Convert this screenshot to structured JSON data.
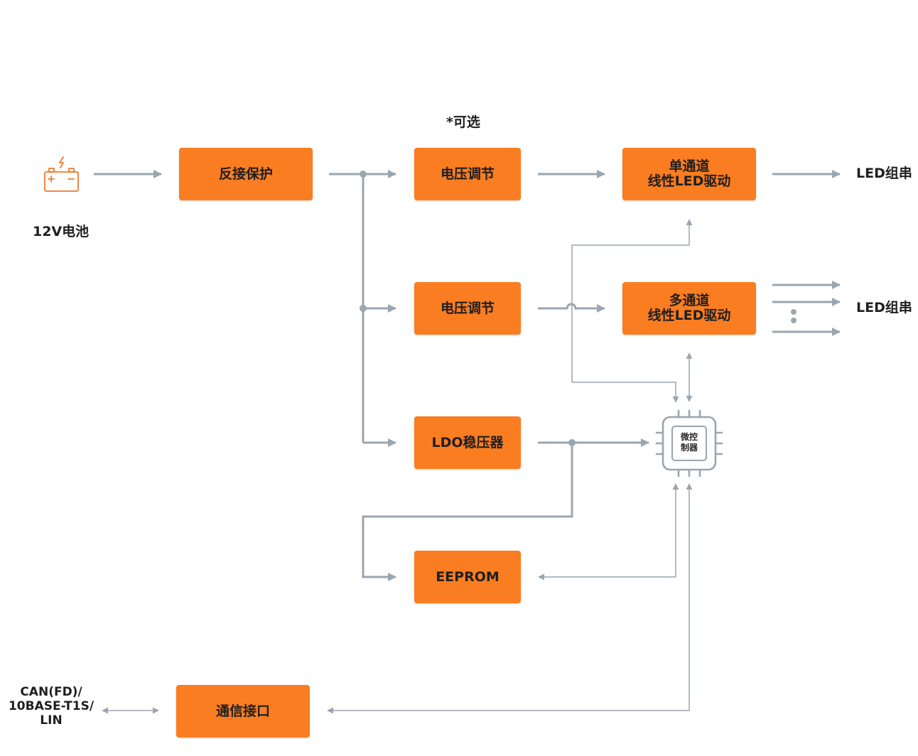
{
  "optional_note": "*可选",
  "battery": {
    "label": "12V电池"
  },
  "blocks": {
    "reverse_protection": "反接保护",
    "voltage_reg_1": "电压调节",
    "voltage_reg_2": "电压调节",
    "ldo": "LDO稳压器",
    "eeprom": "EEPROM",
    "comm": "通信接口",
    "single_driver": {
      "line1": "单通道",
      "line2": "线性LED驱动"
    },
    "multi_driver": {
      "line1": "多通道",
      "line2": "线性LED驱动"
    }
  },
  "mcu": {
    "line1": "微控",
    "line2": "制器"
  },
  "outputs": {
    "led_1": "LED组串",
    "led_2": "LED组串"
  },
  "bus": {
    "line1": "CAN(FD)/",
    "line2": "10BASE-T1S/",
    "line3": "LIN"
  },
  "colors": {
    "block": "#fa7d22",
    "wire": "#9aa6b0",
    "icon": "#f07a2a",
    "text": "#1f1f1f"
  }
}
